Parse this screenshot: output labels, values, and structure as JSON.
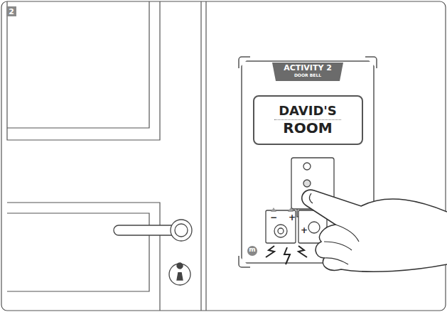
{
  "diagram": {
    "nodes": [
      {
        "text": [
          "ACTIVITY 2",
          "DOOR BELL"
        ]
      },
      {
        "text": [
          "DAVID'S",
          "ROOM"
        ],
        "in": 0
      }
    ],
    "labels": [
      "2",
      "m",
      "−",
      "+",
      "+"
    ]
  }
}
